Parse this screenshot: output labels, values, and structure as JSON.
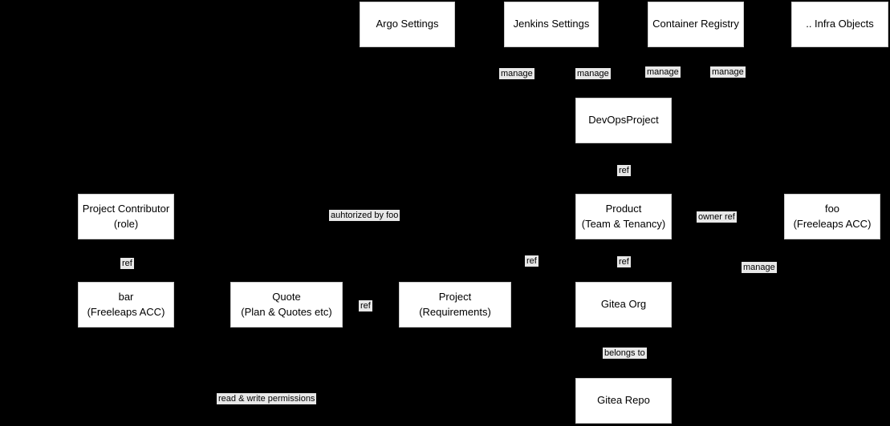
{
  "diagram": {
    "type": "flowchart",
    "background": "#000000",
    "node_bg": "#ffffff",
    "node_text": "#000000",
    "label_bg": "#e8e8e8",
    "nodes": {
      "argo": {
        "line1": "Argo Settings"
      },
      "jenkins": {
        "line1": "Jenkins Settings"
      },
      "registry": {
        "line1": "Container Registry"
      },
      "infra": {
        "line1": ".. Infra Objects"
      },
      "devops": {
        "line1": "DevOpsProject"
      },
      "product": {
        "line1": "Product",
        "line2": "(Team & Tenancy)"
      },
      "foo": {
        "line1": "foo",
        "line2": "(Freeleaps ACC)"
      },
      "contributor": {
        "line1": "Project Contributor",
        "line2": "(role)"
      },
      "bar": {
        "line1": "bar",
        "line2": "(Freeleaps ACC)"
      },
      "quote": {
        "line1": "Quote",
        "line2": "(Plan & Quotes etc)"
      },
      "project": {
        "line1": "Project",
        "line2": "(Requirements)"
      },
      "gitea_org": {
        "line1": "Gitea Org"
      },
      "gitea_repo": {
        "line1": "Gitea Repo"
      }
    },
    "edge_labels": {
      "manage_argo": "manage",
      "manage_jenkins": "manage",
      "manage_registry": "manage",
      "manage_infra": "manage",
      "ref_devops_product": "ref",
      "authorized_by_foo": "auhtorized by foo",
      "owner_ref": "owner ref",
      "ref_contributor": "ref",
      "ref_project_prod": "ref",
      "ref_product_org": "ref",
      "manage_foo": "manage",
      "ref_quote_project": "ref",
      "belongs_to": "belongs to",
      "read_write": "read & write permissions"
    }
  }
}
